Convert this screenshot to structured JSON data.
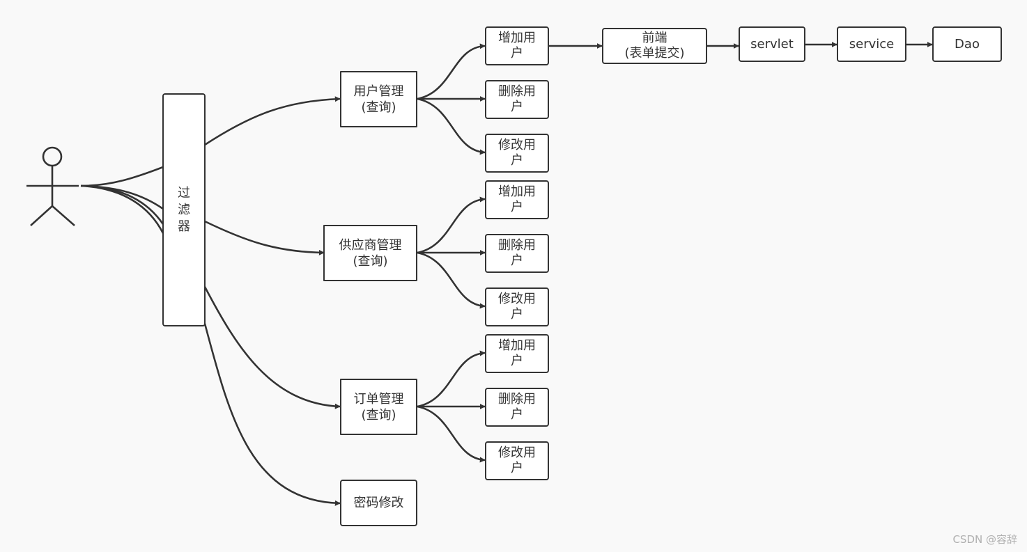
{
  "filter": {
    "label": "过滤器"
  },
  "modules": [
    {
      "label": "用户管理\n(查询)"
    },
    {
      "label": "供应商管理\n(查询)"
    },
    {
      "label": "订单管理\n(查询)"
    },
    {
      "label": "密码修改"
    }
  ],
  "operations": [
    {
      "add": "增加用\n户",
      "delete": "删除用\n户",
      "edit": "修改用\n户"
    },
    {
      "add": "增加用\n户",
      "delete": "删除用\n户",
      "edit": "修改用\n户"
    },
    {
      "add": "增加用\n户",
      "delete": "删除用\n户",
      "edit": "修改用\n户"
    }
  ],
  "pipeline": {
    "frontend": "前端\n(表单提交)",
    "servlet": "servlet",
    "service": "service",
    "dao": "Dao"
  },
  "watermark": "CSDN @容辞",
  "colors": {
    "stroke": "#333333",
    "background": "#f9f9f9",
    "box_fill": "#ffffff"
  }
}
